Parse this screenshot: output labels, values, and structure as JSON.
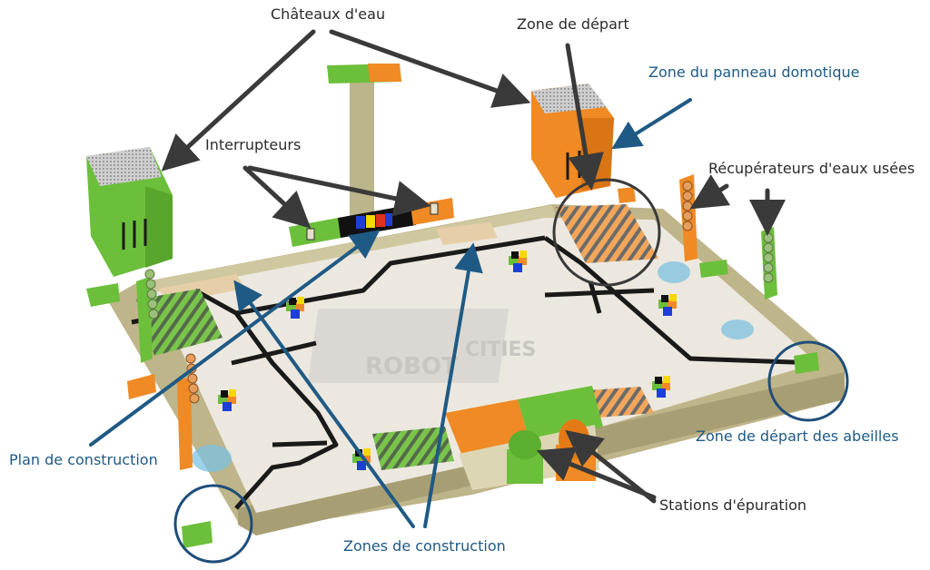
{
  "labels": {
    "chateaux": "Châteaux d'eau",
    "zone_depart": "Zone de départ",
    "zone_panneau": "Zone du panneau domotique",
    "interrupteurs": "Interrupteurs",
    "recuperateurs": "Récupérateurs d'eaux usées",
    "plan_construction": "Plan de construction",
    "zone_abeilles": "Zone de départ des abeilles",
    "stations": "Stations d'épuration",
    "zones_construction": "Zones de construction"
  },
  "board_logo": {
    "line1": "ROBOT",
    "line2": "CITIES"
  },
  "colors": {
    "label_dark": "#2b2b2b",
    "label_blue": "#1f5a85",
    "arrow_dark": "#3a3a3a",
    "arrow_blue": "#1f5a85",
    "green": "#6cbf3a",
    "orange": "#f08a24",
    "board": "#ece8df",
    "frame": "#bfb58a"
  }
}
